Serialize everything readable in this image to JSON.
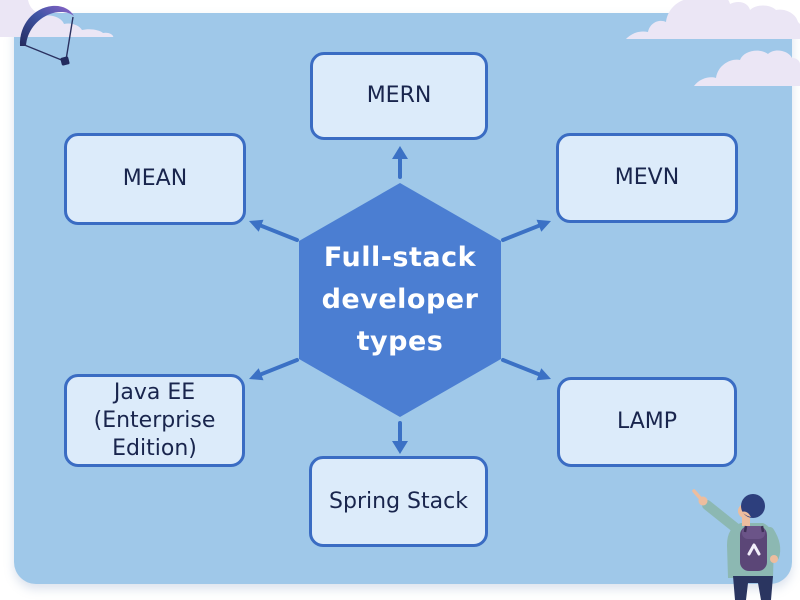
{
  "title": "Full-stack developer types",
  "center_node": {
    "lines": [
      "Full-stack",
      "developer",
      "types"
    ]
  },
  "nodes": [
    {
      "id": "mern",
      "label": "MERN",
      "position": "top"
    },
    {
      "id": "mean",
      "label": "MEAN",
      "position": "upper-left"
    },
    {
      "id": "mevn",
      "label": "MEVN",
      "position": "upper-right"
    },
    {
      "id": "java-ee",
      "label": "Java EE (Enterprise Edition)",
      "position": "lower-left"
    },
    {
      "id": "lamp",
      "label": "LAMP",
      "position": "lower-right"
    },
    {
      "id": "spring-stack",
      "label": "Spring Stack",
      "position": "bottom"
    }
  ],
  "decorations": [
    {
      "name": "paraglider-illustration",
      "location": "top-left"
    },
    {
      "name": "cloud",
      "location": "top-left"
    },
    {
      "name": "cloud",
      "location": "top-right"
    },
    {
      "name": "cloud",
      "location": "right"
    },
    {
      "name": "person-pointing-illustration",
      "location": "bottom-right"
    }
  ],
  "colors": {
    "background": "#ffffff",
    "panel": "#9fc8e9",
    "hexagon": "#4b7ed2",
    "box_fill": "#dcebfa",
    "box_border": "#3a6cc3",
    "box_text": "#19254d",
    "center_text": "#ffffff",
    "arrow": "#3b71c5",
    "cloud": "#ebe6f5"
  }
}
